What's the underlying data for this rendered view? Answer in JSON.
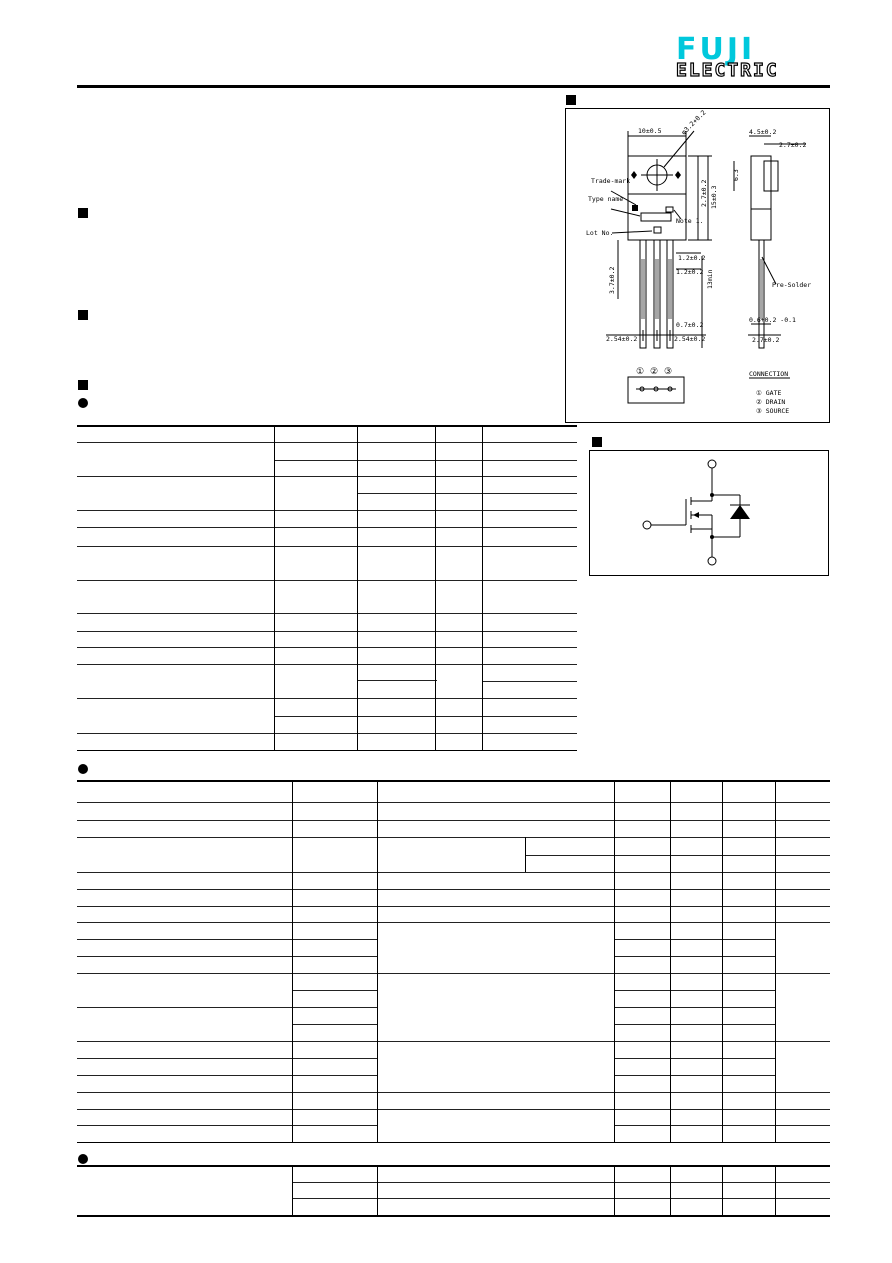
{
  "brand": {
    "top": "FUJI",
    "bottom": "ELECTRIC",
    "color": "#00c8dc"
  },
  "outline": {
    "dims": {
      "width": "10±0.5",
      "hole": "φ3.2+0.2 -0.1",
      "height_a": "2.7±0.2",
      "height_b": "15±0.3",
      "lead_w": "1.2±0.2",
      "lead_w2": "1.2±0.2",
      "lead_len": "13min",
      "lead_off": "3.7±0.2",
      "lead_t": "0.7±0.2",
      "pitch_l": "2.54±0.2",
      "pitch_r": "2.54±0.2",
      "side_w": "4.5±0.2",
      "side_tab": "2.7±0.2",
      "side_h": "6.3",
      "side_t": "0.6+0.2 -0.1",
      "side_bot": "2.7±0.2"
    },
    "labels": {
      "trademark": "Trade-mark",
      "type_name": "Type name",
      "lot_no": "Lot No.",
      "note": "Note 1.",
      "pre_solder": "Pre-Solder"
    },
    "pins": [
      "①",
      "②",
      "③"
    ],
    "connection": {
      "title": "CONNECTION",
      "items": [
        "① GATE",
        "② DRAIN",
        "③ SOURCE"
      ]
    }
  },
  "schematic": {
    "title": ""
  }
}
